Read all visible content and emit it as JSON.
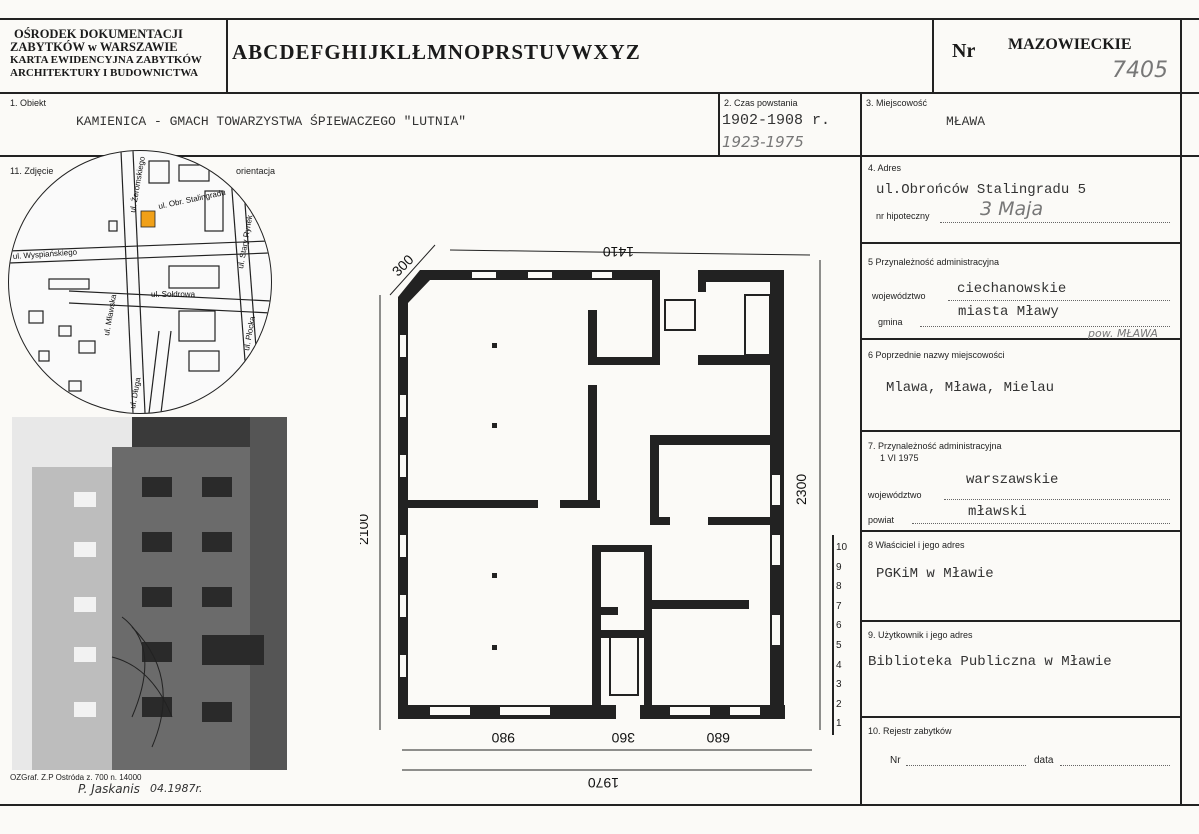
{
  "header": {
    "institution_lines": [
      "OŚRODEK DOKUMENTACJI",
      "ZABYTKÓW w WARSZAWIE",
      "KARTA EWIDENCYJNA ZABYTKÓW",
      "ARCHITEKTURY I BUDOWNICTWA"
    ],
    "alphabet": "ABCDEFGHIJKLŁMNOPRSTUVWXYZ",
    "nr_label": "Nr",
    "voivodeship": "MAZOWIECKIE",
    "card_number_handwritten": "7405"
  },
  "fields": {
    "obiekt_label": "1. Obiekt",
    "obiekt_value": "KAMIENICA - GMACH TOWARZYSTWA ŚPIEWACZEGO \"LUTNIA\"",
    "czas_label": "2. Czas powstania",
    "czas_value": "1902-1908 r.",
    "czas_handwritten": "1923-1975",
    "miejscowosc_label": "3. Miejscowość",
    "miejscowosc_value": "MŁAWA",
    "zdjecie_label": "11. Zdjęcie",
    "orientacja_label": "orientacja",
    "adres_label": "4. Adres",
    "adres_value": "ul.Obrońców Stalingradu 5",
    "hipoteczny_label": "nr hipoteczny",
    "adres_handwritten": "3 Maja",
    "przyn1_label": "5 Przynależność administracyjna",
    "woj1_label": "województwo",
    "woj1_value": "ciechanowskie",
    "gmina_label": "gmina",
    "gmina_value": "miasta Mławy",
    "gmina_handwritten": "pow. MŁAWA",
    "poprz_label": "6 Poprzednie nazwy miejscowości",
    "poprz_value": "Mlawa, Mława, Mielau",
    "przyn2_label": "7. Przynależność administracyjna",
    "przyn2_date": "1 VI 1975",
    "woj2_label": "województwo",
    "woj2_value": "warszawskie",
    "powiat_label": "powiat",
    "powiat_value": "mławski",
    "wlasciciel_label": "8 Właściciel i jego adres",
    "wlasciciel_value": "PGKiM w Mławie",
    "uzytkownik_label": "9. Użytkownik i jego adres",
    "uzytkownik_value": "Biblioteka Publiczna w Mławie",
    "rejestr_label": "10. Rejestr zabytków",
    "nr_label": "Nr",
    "data_label": "data"
  },
  "map_labels": [
    "ul. Żeromskiego",
    "ul. Obr. Stalingradu",
    "ul. Wyspiańskiego",
    "ul. Stary Rynek",
    "ul. Sołdrowa",
    "ul. Płocka",
    "ul. Długa",
    "ul. Mławska"
  ],
  "plan_dimensions": {
    "top": "1410",
    "diag": "300",
    "left": "2100",
    "right": "2300",
    "bottom_a": "980",
    "bottom_b": "360",
    "bottom_c": "680",
    "bottom_total": "1970"
  },
  "margin_numbers": [
    "10",
    "9",
    "8",
    "7",
    "6",
    "5",
    "4",
    "3",
    "2",
    "1"
  ],
  "footer": {
    "print_info": "OZGraf. Z.P Ostróda z. 700 n. 14000",
    "photographer": "P. Jaskanis",
    "photo_date": "04.1987r."
  }
}
